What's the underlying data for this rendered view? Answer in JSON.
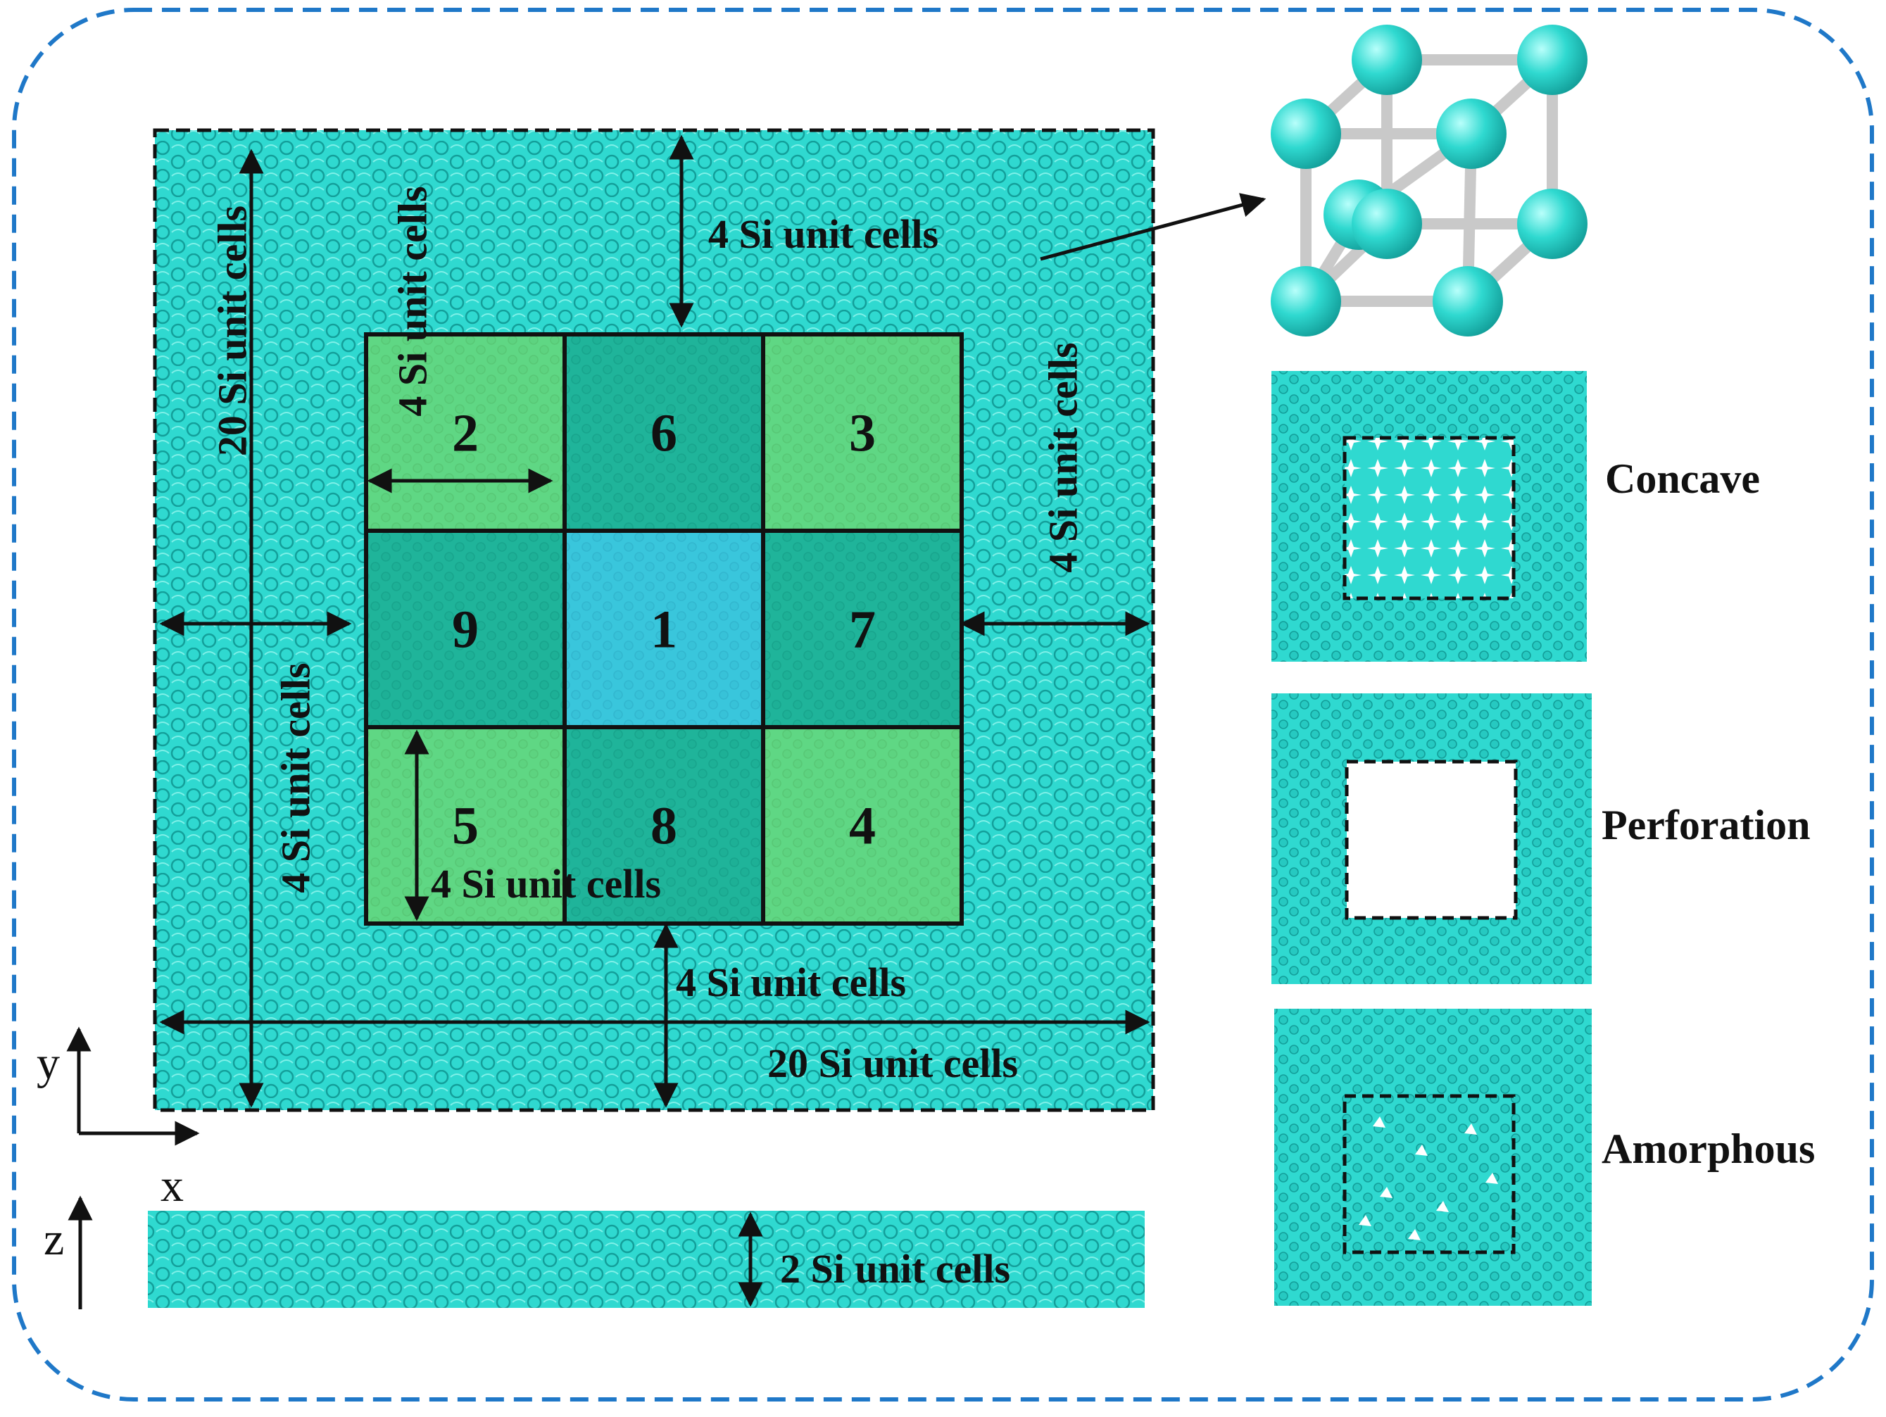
{
  "colors": {
    "frame": "#1f78c8",
    "silicon": "#2fd9d0",
    "silicon_dark": "#17b3ad",
    "region_center": "#3cbfe0",
    "region_edge": "#1aa788",
    "region_corner": "#6fd66a",
    "line": "#111111"
  },
  "grid": {
    "cells": [
      {
        "label": "2",
        "kind": "corner"
      },
      {
        "label": "6",
        "kind": "edge"
      },
      {
        "label": "3",
        "kind": "corner"
      },
      {
        "label": "9",
        "kind": "edge"
      },
      {
        "label": "1",
        "kind": "center"
      },
      {
        "label": "7",
        "kind": "edge"
      },
      {
        "label": "5",
        "kind": "corner"
      },
      {
        "label": "8",
        "kind": "edge"
      },
      {
        "label": "4",
        "kind": "corner"
      }
    ]
  },
  "dimensions": {
    "top_gap": "4 Si unit cells",
    "right_gap": "4 Si unit cells",
    "left_gap": "4 Si unit cells",
    "bottom_gap": "4 Si unit cells",
    "cell_height": "4 Si unit cells",
    "cell_width": "4 Si unit cells",
    "cell_width_bottom": "4 Si unit cells",
    "total_height": "20 Si unit cells",
    "total_width": "20 Si unit cells",
    "thickness": "2 Si unit cells"
  },
  "axes": {
    "x": "x",
    "y": "y",
    "z": "z"
  },
  "defects": [
    {
      "name": "Concave",
      "pattern": "concave"
    },
    {
      "name": "Perforation",
      "pattern": "perforation"
    },
    {
      "name": "Amorphous",
      "pattern": "amorphous"
    }
  ]
}
